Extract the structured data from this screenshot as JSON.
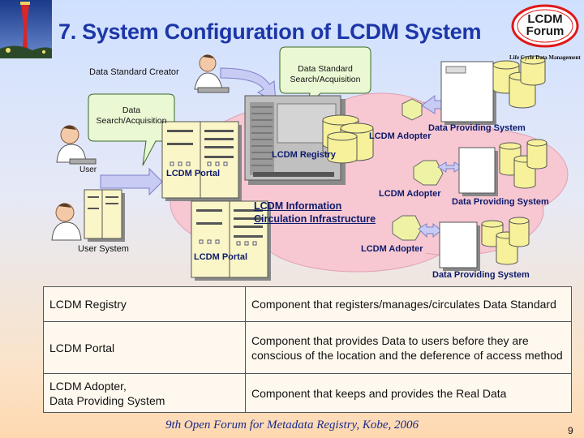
{
  "slide": {
    "title": "7.   System Configuration of LCDM System",
    "logo_line1": "LCDM",
    "logo_line2": "Forum",
    "footer": "9th Open Forum for Metadata Registry, Kobe, 2006",
    "page_number": "9"
  },
  "diagram": {
    "data_standard_creator": "Data Standard Creator",
    "callout_creator": "Data Standard Search/Acquisition",
    "callout_user": "Data Search/Acquisition",
    "user": "User",
    "user_system": "User System",
    "portal_1": "LCDM Portal",
    "portal_2": "LCDM Portal",
    "registry": "LCDM Registry",
    "adapter_1": "LCDM Adopter",
    "adapter_2": "LCDM Adopter",
    "adapter_3": "LCDM Adopter",
    "dps_1": "Data Providing System",
    "dps_2": "Data Providing System",
    "dps_3": "Data Providing System",
    "infra_line1": "LCDM  Information",
    "infra_line2": "Circulation Infrastructure",
    "life_cycle_label": "Life Cycle Data Management",
    "colors": {
      "cloud": "#f7c8d2",
      "arrow": "#c8ccf4",
      "title": "#1c36a8",
      "logo_red": "#e01818"
    }
  },
  "table": {
    "rows": [
      {
        "term": [
          "LCDM Registry"
        ],
        "desc": "Component that registers/manages/circulates Data Standard"
      },
      {
        "term": [
          "LCDM Portal"
        ],
        "desc": "Component that provides Data to users before they are conscious of the location and the deference of access method"
      },
      {
        "term": [
          "LCDM Adopter,",
          "Data Providing System"
        ],
        "desc": "Component that keeps and provides the Real Data"
      }
    ]
  }
}
